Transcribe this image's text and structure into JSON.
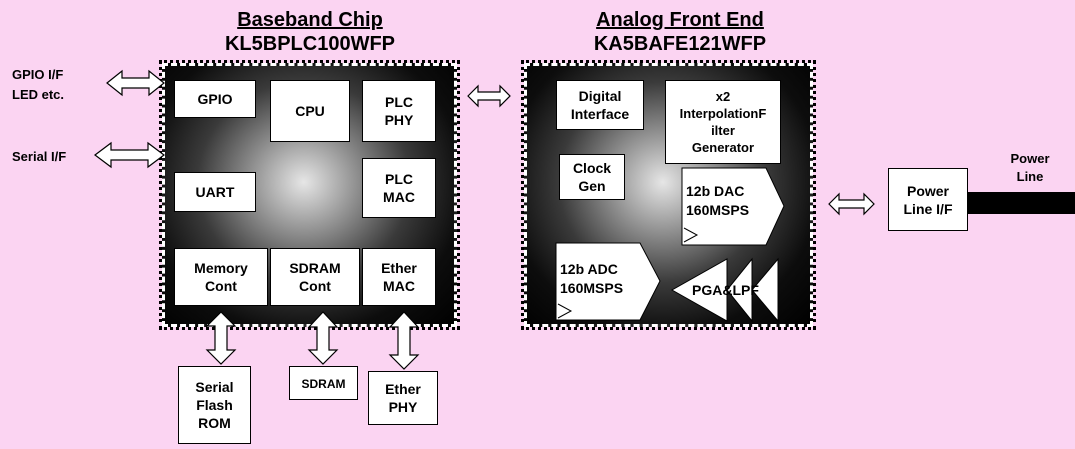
{
  "baseband": {
    "title": "Baseband Chip",
    "part": "KL5BPLC100WFP",
    "blocks": {
      "gpio": "GPIO",
      "cpu": "CPU",
      "plc_phy": "PLC\nPHY",
      "uart": "UART",
      "plc_mac": "PLC\nMAC",
      "memory_cont": "Memory\nCont",
      "sdram_cont": "SDRAM\nCont",
      "ether_mac": "Ether\nMAC"
    }
  },
  "afe": {
    "title": "Analog Front End",
    "part": "KA5BAFE121WFP",
    "blocks": {
      "digital_interface": "Digital\nInterface",
      "interpolation": "x2\nInterpolationF\nilter\nGenerator",
      "clock_gen": "Clock\nGen",
      "dac": "12b DAC\n160MSPS",
      "adc": "12b ADC\n160MSPS",
      "pga_lpf": "PGA&LPF"
    }
  },
  "external": {
    "gpio_if": "GPIO I/F\nLED etc.",
    "serial_if": "Serial I/F",
    "serial_flash_rom": "Serial\nFlash\nROM",
    "sdram": "SDRAM",
    "ether_phy": "Ether\nPHY",
    "power_line_if": "Power\nLine I/F",
    "power_line": "Power\nLine"
  },
  "colors": {
    "background": "#fbd4f2",
    "block_fill": "#ffffff",
    "chip_core": "#000000"
  }
}
